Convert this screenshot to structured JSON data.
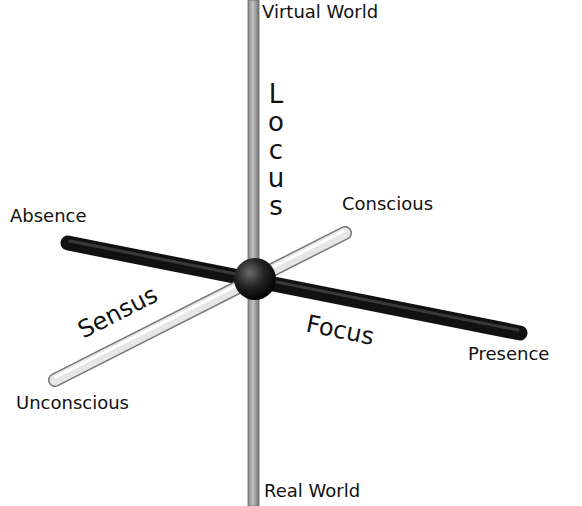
{
  "diagram": {
    "labels": [
      "Virtual World",
      "Locus",
      "Absence",
      "Conscious",
      "Sensus",
      "Focus",
      "Presence",
      "Unconscious",
      "Real World"
    ]
  }
}
